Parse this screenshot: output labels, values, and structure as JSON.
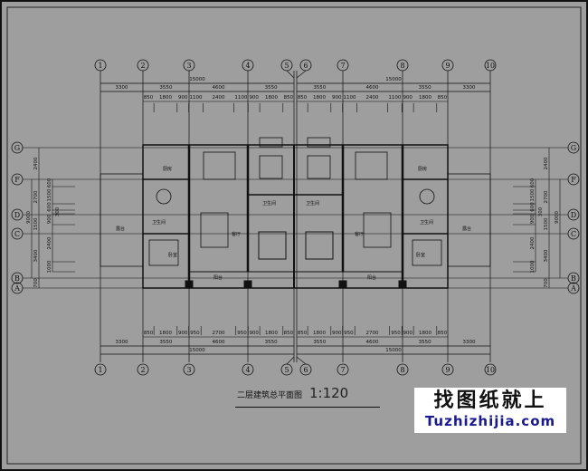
{
  "drawing": {
    "title": "二层建筑总平面图",
    "scale": "1:120",
    "axes_x": [
      "1",
      "2",
      "3",
      "4",
      "5",
      "6",
      "7",
      "8",
      "9",
      "10"
    ],
    "axes_y": [
      "G",
      "F",
      "D",
      "C",
      "B",
      "A"
    ],
    "overall_dims": [
      "15000",
      "15000"
    ],
    "top_main_dims": [
      "3300",
      "3550",
      "4600",
      "3550",
      "3550",
      "4600",
      "3550",
      "3300"
    ],
    "top_sub_dims": [
      "850",
      "1800",
      "900",
      "1100",
      "2400",
      "1100",
      "900",
      "1800",
      "850",
      "850",
      "1800",
      "900",
      "1100",
      "2400",
      "1100",
      "900",
      "1800",
      "850"
    ],
    "bottom_main_dims": [
      "3300",
      "3550",
      "4600",
      "3550",
      "3550",
      "4600",
      "3550",
      "3300"
    ],
    "bottom_sub_dims": [
      "850",
      "1800",
      "900",
      "950",
      "2700",
      "950",
      "900",
      "1800",
      "850",
      "850",
      "1800",
      "900",
      "950",
      "2700",
      "950",
      "900",
      "1800",
      "850"
    ],
    "side_outer_dims": [
      "2400",
      "2700",
      "1500",
      "3400",
      "700"
    ],
    "side_total_dim": "9000",
    "side_inner_dims": [
      "600",
      "1500",
      "600",
      "300",
      "900",
      "2400",
      "1000"
    ],
    "rooms": {
      "terrace": "露台",
      "bathroom": "卫生间",
      "living": "客厅",
      "bedroom": "卧室",
      "kitchen": "厨房",
      "balcony": "阳台"
    }
  },
  "watermark": {
    "cn": "找图纸就上",
    "en": "Tuzhizhijia.com"
  },
  "colors": {
    "background": "#9e9e9e",
    "lines": "#111111",
    "watermark_text": "#1a1a8c"
  }
}
